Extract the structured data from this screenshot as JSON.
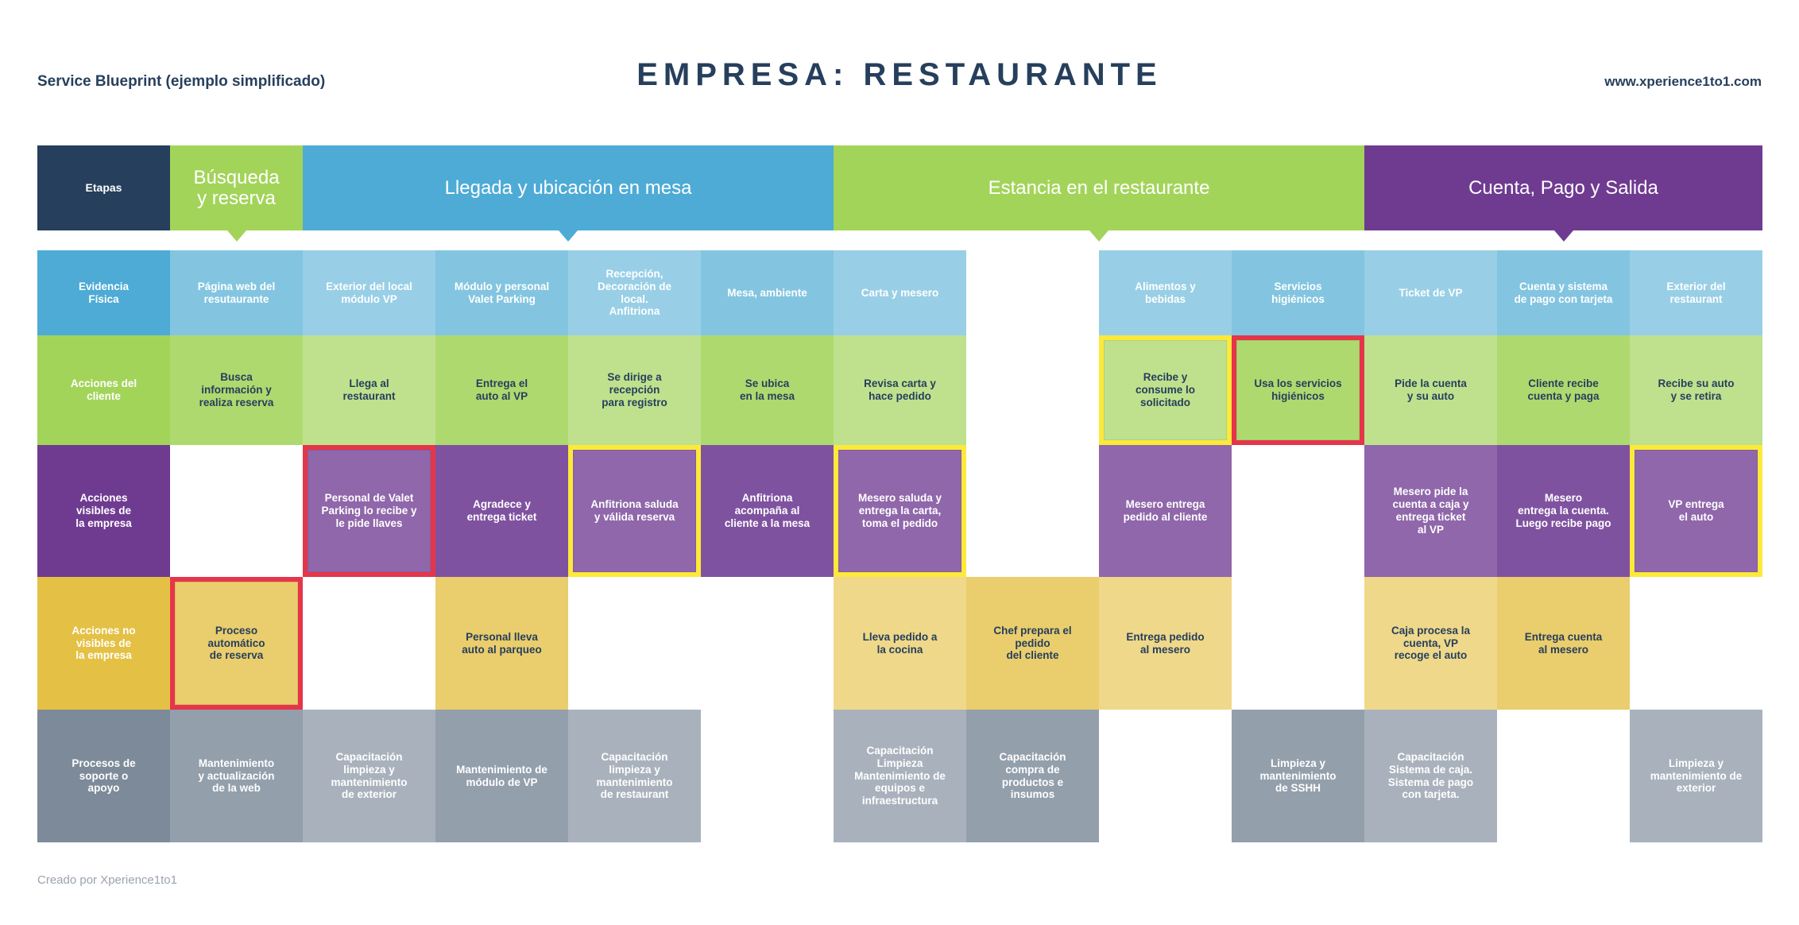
{
  "header": {
    "subtitle": "Service Blueprint (ejemplo simplificado)",
    "title": "EMPRESA: RESTAURANTE",
    "url": "www.xperience1to1.com"
  },
  "footer": "Creado por Xperience1to1",
  "colors": {
    "navy": "#263f5c",
    "green": "#a3d45a",
    "blue": "#4dabd6",
    "purple": "#6f3b91",
    "yellow": "#e4c145",
    "gray": "#7d8a99",
    "highlight_red": "#e5354a",
    "highlight_yellow": "#fde93a"
  },
  "stages": {
    "label": "Etapas",
    "items": [
      {
        "name": "Búsqueda\ny reserva"
      },
      {
        "name": "Llegada y ubicación en mesa"
      },
      {
        "name": "Estancia en el restaurante"
      },
      {
        "name": "Cuenta, Pago y Salida"
      }
    ]
  },
  "rows": [
    {
      "label": "Evidencia\nFísica",
      "cells": [
        {
          "text": "Página web del\nresutaurante"
        },
        {
          "text": "Exterior del local\nmódulo VP"
        },
        {
          "text": "Módulo y personal\nValet Parking"
        },
        {
          "text": "Recepción,\nDecoración de\nlocal.\nAnfitriona"
        },
        {
          "text": "Mesa, ambiente"
        },
        {
          "text": "Carta y mesero"
        },
        null,
        {
          "text": "Alimentos y\nbebidas"
        },
        {
          "text": "Servicios\nhigiénicos"
        },
        {
          "text": "Ticket de VP"
        },
        {
          "text": "Cuenta y sistema\nde pago con tarjeta"
        },
        {
          "text": "Exterior del\nrestaurant"
        }
      ]
    },
    {
      "label": "Acciones del\ncliente",
      "cells": [
        {
          "text": "Busca\ninformación y\nrealiza reserva"
        },
        {
          "text": "Llega al\nrestaurant"
        },
        {
          "text": "Entrega el\nauto al VP"
        },
        {
          "text": "Se dirige a\nrecepción\npara registro"
        },
        {
          "text": "Se ubica\nen la mesa"
        },
        {
          "text": "Revisa carta y\nhace pedido"
        },
        null,
        {
          "text": "Recibe y\nconsume lo\nsolicitado",
          "highlight": "yellow"
        },
        {
          "text": "Usa los servicios\nhigiénicos",
          "highlight": "red"
        },
        {
          "text": "Pide la cuenta\ny su auto"
        },
        {
          "text": "Cliente recibe\ncuenta y paga"
        },
        {
          "text": "Recibe su auto\ny se retira"
        }
      ]
    },
    {
      "label": "Acciones\nvisibles de\nla empresa",
      "cells": [
        null,
        {
          "text": "Personal de Valet\nParking lo recibe y\nle pide llaves",
          "highlight": "red"
        },
        {
          "text": "Agradece y\nentrega ticket"
        },
        {
          "text": "Anfitriona saluda\ny válida reserva",
          "highlight": "yellow"
        },
        {
          "text": "Anfitriona\nacompaña al\ncliente a la mesa"
        },
        {
          "text": "Mesero saluda y\nentrega la carta,\ntoma el pedido",
          "highlight": "yellow"
        },
        null,
        {
          "text": "Mesero entrega\npedido al cliente"
        },
        null,
        {
          "text": "Mesero pide la\ncuenta a caja y\nentrega ticket\nal VP"
        },
        {
          "text": "Mesero\nentrega la cuenta.\nLuego recibe pago"
        },
        {
          "text": "VP entrega\nel auto",
          "highlight": "yellow"
        }
      ]
    },
    {
      "label": "Acciones no\nvisibles de\nla empresa",
      "cells": [
        {
          "text": "Proceso\nautomático\nde reserva",
          "highlight": "red"
        },
        null,
        {
          "text": "Personal lleva\nauto al parqueo"
        },
        null,
        null,
        {
          "text": "Lleva pedido a\nla cocina"
        },
        {
          "text": "Chef prepara el\npedido\ndel cliente"
        },
        {
          "text": "Entrega pedido\nal mesero"
        },
        null,
        {
          "text": "Caja procesa la\ncuenta, VP\nrecoge el auto"
        },
        {
          "text": "Entrega cuenta\nal mesero"
        },
        null
      ]
    },
    {
      "label": "Procesos de\nsoporte o\napoyo",
      "cells": [
        {
          "text": "Mantenimiento\ny actualización\nde la web"
        },
        {
          "text": "Capacitación\nlimpieza y\nmantenimiento\nde exterior"
        },
        {
          "text": "Mantenimiento de\nmódulo de VP"
        },
        {
          "text": "Capacitación\nlimpieza y\nmantenimiento\nde restaurant"
        },
        null,
        {
          "text": "Capacitación\nLimpieza\nMantenimiento de\nequipos e\ninfraestructura"
        },
        {
          "text": "Capacitación\ncompra de\nproductos e\ninsumos"
        },
        null,
        {
          "text": "Limpieza y\nmantenimiento\nde SSHH"
        },
        {
          "text": "Capacitación\nSistema de caja.\nSistema de pago\ncon tarjeta."
        },
        null,
        {
          "text": "Limpieza y\nmantenimiento de\nexterior"
        }
      ]
    }
  ]
}
